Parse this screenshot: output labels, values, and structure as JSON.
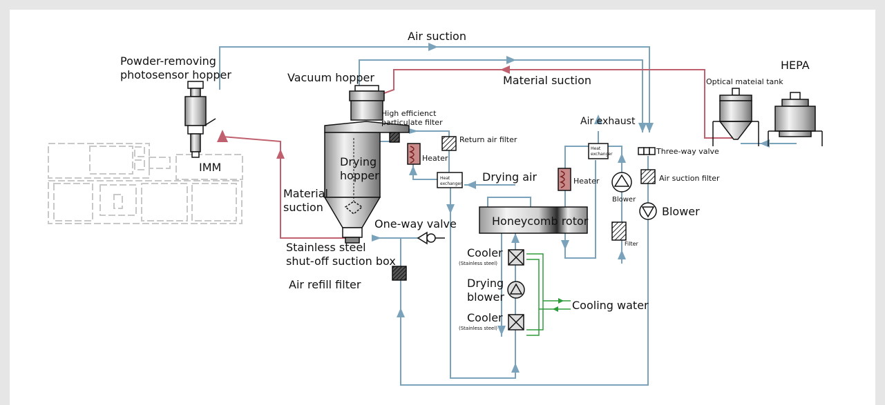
{
  "labels": {
    "air_suction_top": "Air suction",
    "powder_removing_1": "Powder-removing",
    "powder_removing_2": "photosensor hopper",
    "hepa": "HEPA",
    "vacuum_hopper": "Vacuum hopper",
    "material_suction_top": "Material suction",
    "optical_tank": "Optical mateial tank",
    "high_eff_1": "High efficienct",
    "high_eff_2": "particulate filter",
    "air_exhaust": "Air exhaust",
    "return_air_filter": "Return air filter",
    "heater_left": "Heater",
    "three_way_valve": "Three-way valve",
    "drying_hopper_1": "Drying",
    "drying_hopper_2": "hopper",
    "heat_exchanger_1": "Heat",
    "heat_exchanger_2": "exchanger",
    "heat_exchanger_r1": "Heat",
    "heat_exchanger_r2": "exchanger",
    "imm": "IMM",
    "drying_air": "Drying air",
    "heater_right": "Heater",
    "air_suction_filter": "Air suction filter",
    "blower_small": "Blower",
    "material_suction_left_1": "Material",
    "material_suction_left_2": "suction",
    "blower_right": "Blower",
    "one_way_valve": "One-way valve",
    "honeycomb_rotor": "Honeycomb rotor",
    "filter_small": "Filter",
    "stainless_1": "Stainless steel",
    "stainless_2": "shut-off suction box",
    "cooler_top": "Cooler",
    "cooler_top_sub": "(Stainless steel)",
    "air_refill_filter": "Air refill filter",
    "drying_blower_1": "Drying",
    "drying_blower_2": "blower",
    "cooling_water": "Cooling water",
    "cooler_bottom": "Cooler",
    "cooler_bottom_sub": "(Stainless steel)"
  },
  "colors": {
    "air_line": "#7aa3bb",
    "material_line": "#c0606e",
    "water_line": "#2e9b3a",
    "equipment": "#bdbdbd",
    "machine_outline": "#c8c8c8"
  }
}
